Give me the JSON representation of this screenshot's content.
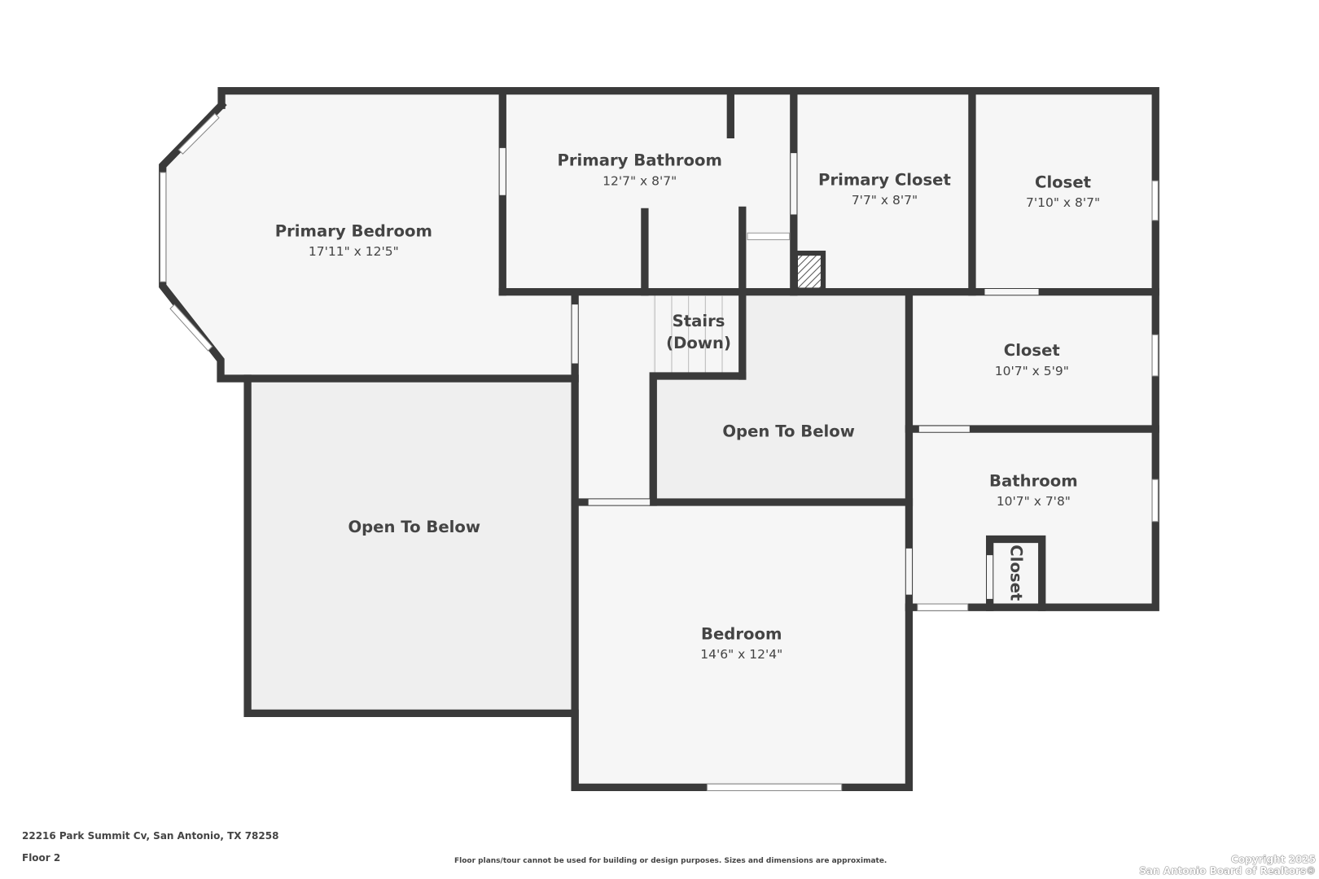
{
  "rooms": {
    "primary_bedroom": {
      "name": "Primary Bedroom",
      "dims": "17'11\" x 12'5\""
    },
    "primary_bathroom": {
      "name": "Primary Bathroom",
      "dims": "12'7\" x 8'7\""
    },
    "primary_closet": {
      "name": "Primary Closet",
      "dims": "7'7\" x 8'7\""
    },
    "closet_1": {
      "name": "Closet",
      "dims": "7'10\" x 8'7\""
    },
    "stairs": {
      "name1": "Stairs",
      "name2": "(Down)"
    },
    "open_below_1": {
      "name": "Open To Below"
    },
    "closet_2": {
      "name": "Closet",
      "dims": "10'7\" x 5'9\""
    },
    "bathroom": {
      "name": "Bathroom",
      "dims": "10'7\" x 7'8\""
    },
    "bath_closet": {
      "name": "Closet"
    },
    "open_below_2": {
      "name": "Open To Below"
    },
    "bedroom": {
      "name": "Bedroom",
      "dims": "14'6\" x 12'4\""
    }
  },
  "footer": {
    "address": "22216 Park Summit Cv, San Antonio, TX 78258",
    "floor": "Floor 2",
    "disclaimer": "Floor plans/tour cannot be used for building or design purposes. Sizes and dimensions are approximate.",
    "copyright1": "Copyright 2025",
    "copyright2": "San Antonio Board of Realtors®"
  }
}
